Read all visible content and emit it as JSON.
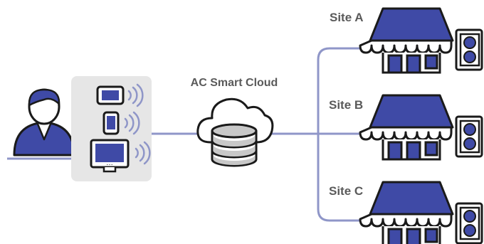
{
  "cloud": {
    "label": "AC Smart Cloud",
    "icon": "cloud-database-icon"
  },
  "user": {
    "icon": "user-icon",
    "devices": [
      {
        "icon": "tablet-icon"
      },
      {
        "icon": "smartphone-icon"
      },
      {
        "icon": "computer-monitor-icon"
      }
    ]
  },
  "sites": [
    {
      "label": "Site A",
      "icon": "store-icon",
      "unit_icon": "outdoor-ac-unit-icon"
    },
    {
      "label": "Site B",
      "icon": "store-icon",
      "unit_icon": "outdoor-ac-unit-icon"
    },
    {
      "label": "Site C",
      "icon": "store-icon",
      "unit_icon": "outdoor-ac-unit-icon"
    }
  ],
  "colors": {
    "accent": "#3f4aa6",
    "line": "#8f96c8",
    "panel": "#e6e6e6",
    "text": "#5a5a5a"
  }
}
